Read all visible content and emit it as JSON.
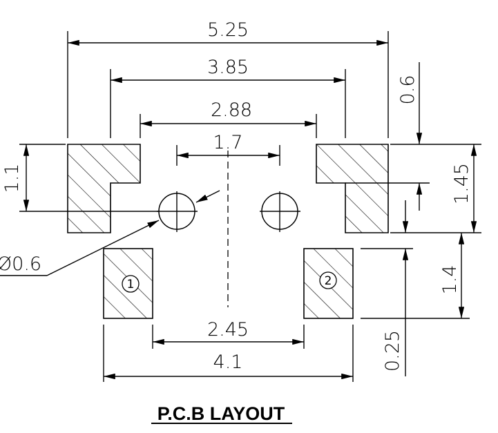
{
  "title": "P.C.B LAYOUT",
  "dimensions": {
    "overall_width": "5.25",
    "inner_width": "3.85",
    "pad_gap": "2.88",
    "hole_spacing": "1.7",
    "hole_diameter": "Ø0.6",
    "lower_pad_inner": "2.45",
    "lower_pad_outer": "4.1",
    "left_pad_height": "1.1",
    "top_offset": "0.6",
    "right_pad_height": "1.45",
    "lower_pad_height": "1.4",
    "lower_gap": "0.25"
  },
  "pins": {
    "pin1": "1",
    "pin2": "2"
  }
}
